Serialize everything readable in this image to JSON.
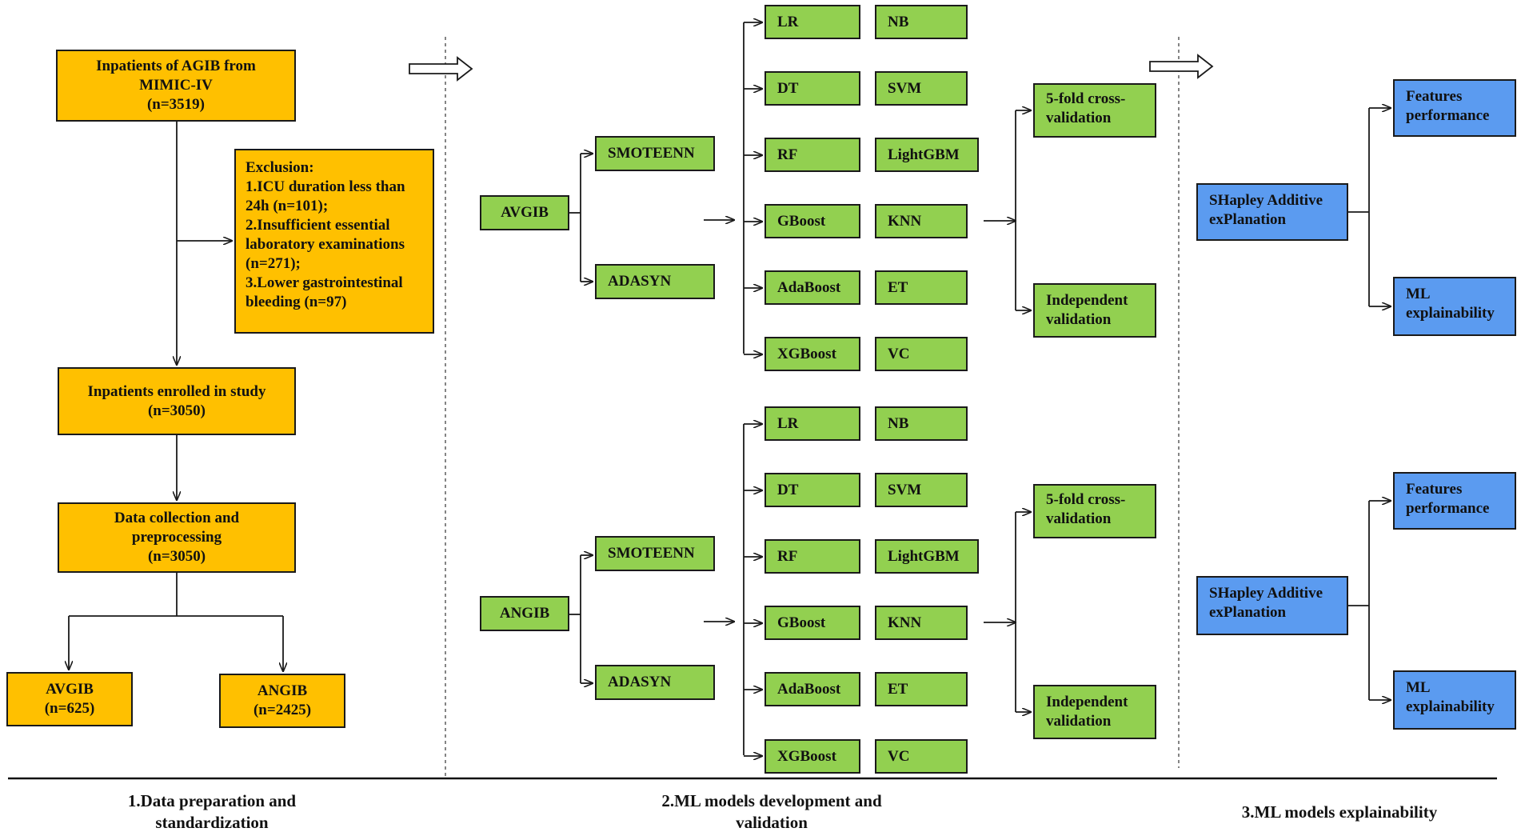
{
  "section1": {
    "source": [
      "Inpatients of AGIB from",
      "MIMIC-IV",
      "(n=3519)"
    ],
    "exclusion": [
      "Exclusion:",
      "1.ICU duration less than",
      "24h (n=101);",
      "2.Insufficient essential",
      "laboratory examinations",
      "(n=271);",
      "3.Lower gastrointestinal",
      "bleeding (n=97)"
    ],
    "enrolled": [
      "Inpatients enrolled in study",
      "(n=3050)"
    ],
    "collection": [
      "Data collection and",
      "preprocessing",
      "(n=3050)"
    ],
    "avgib": [
      "AVGIB",
      "(n=625)"
    ],
    "angib": [
      "ANGIB",
      "(n=2425)"
    ],
    "caption": [
      "1.Data preparation and",
      "standardization"
    ]
  },
  "section2": {
    "group_top": "AVGIB",
    "group_bottom": "ANGIB",
    "sampling": [
      "SMOTEENN",
      "ADASYN"
    ],
    "models": [
      [
        "LR",
        "NB"
      ],
      [
        "DT",
        "SVM"
      ],
      [
        "RF",
        "LightGBM"
      ],
      [
        "GBoost",
        "KNN"
      ],
      [
        "AdaBoost",
        "ET"
      ],
      [
        "XGBoost",
        "VC"
      ]
    ],
    "validation_cv": [
      "5-fold cross-",
      "validation"
    ],
    "validation_ind": [
      "Independent",
      "validation"
    ],
    "caption": [
      "2.ML models development and",
      "validation"
    ]
  },
  "section3": {
    "shap": [
      "SHapley Additive",
      "exPlanation"
    ],
    "features": [
      "Features",
      "performance"
    ],
    "ml_explain": [
      "ML",
      "explainability"
    ],
    "caption": [
      "3.ML models explainability"
    ]
  },
  "colors": {
    "orange": "#ffc000",
    "green": "#92d050",
    "blue": "#5b9bf0",
    "line": "#1a1a1a"
  }
}
